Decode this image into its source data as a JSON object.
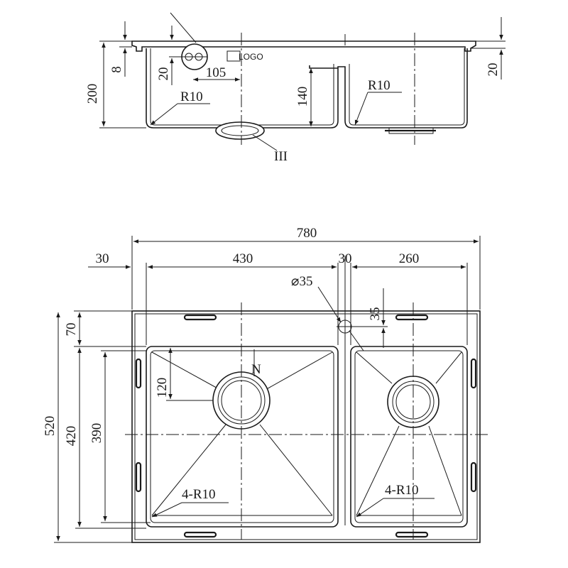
{
  "side_view": {
    "height_total": "200",
    "lip": "8",
    "offset_left": "20",
    "hole_offset": "105",
    "partition_height": "140",
    "radius_left": "R10",
    "radius_right": "R10",
    "offset_right": "20",
    "logo": "LOGO",
    "detail_label": "III"
  },
  "top_view": {
    "width_total": "780",
    "margin_left": "30",
    "bowl_left_width": "430",
    "partition_width": "30",
    "bowl_right_width": "260",
    "tap_hole": "⌀35",
    "tap_offset": "35",
    "top_margin": "70",
    "drain_offset": "120",
    "height_total": "520",
    "bowl_height_outer": "420",
    "bowl_height_inner": "390",
    "radius_left": "4-R10",
    "radius_right": "4-R10",
    "north_mark": "N"
  },
  "icons": [
    "drain-icon",
    "tap-hole-icon",
    "mounting-clip-icon",
    "overflow-icon"
  ]
}
